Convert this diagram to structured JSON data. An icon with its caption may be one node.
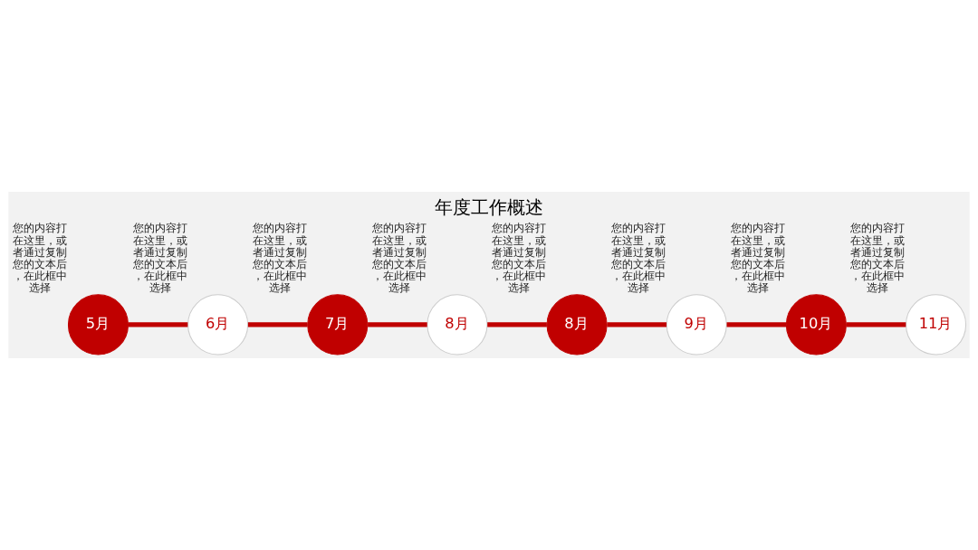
{
  "diagram": {
    "title": "年度工作概述",
    "nodes": [
      {
        "text": [
          "5月"
        ],
        "beside": [
          "您的内容打在这里，或者通过复制您的文本后，在此框中选择"
        ]
      },
      {
        "text": [
          "6月"
        ],
        "beside": [
          "您的内容打在这里，或者通过复制您的文本后，在此框中选择"
        ]
      },
      {
        "text": [
          "7月"
        ],
        "beside": [
          "您的内容打在这里，或者通过复制您的文本后，在此框中选择"
        ]
      },
      {
        "text": [
          "8月"
        ],
        "beside": [
          "您的内容打在这里，或者通过复制您的文本后，在此框中选择"
        ]
      },
      {
        "text": [
          "8月"
        ],
        "beside": [
          "您的内容打在这里，或者通过复制您的文本后，在此框中选择"
        ]
      },
      {
        "text": [
          "9月"
        ],
        "beside": [
          "您的内容打在这里，或者通过复制您的文本后，在此框中选择"
        ]
      },
      {
        "text": [
          "10月"
        ],
        "beside": [
          "您的内容打在这里，或者通过复制您的文本后，在此框中选择"
        ]
      },
      {
        "text": [
          "11月"
        ],
        "beside": [
          "您的内容打在这里，或者通过复制您的文本后，在此框中选择"
        ]
      }
    ],
    "edges": [
      {
        "from": 0,
        "to": 1,
        "arrow": "none"
      },
      {
        "from": 1,
        "to": 2,
        "arrow": "none"
      },
      {
        "from": 2,
        "to": 3,
        "arrow": "none"
      },
      {
        "from": 3,
        "to": 4,
        "arrow": "none"
      },
      {
        "from": 4,
        "to": 5,
        "arrow": "none"
      },
      {
        "from": 5,
        "to": 6,
        "arrow": "none"
      },
      {
        "from": 6,
        "to": 7,
        "arrow": "none"
      }
    ]
  }
}
